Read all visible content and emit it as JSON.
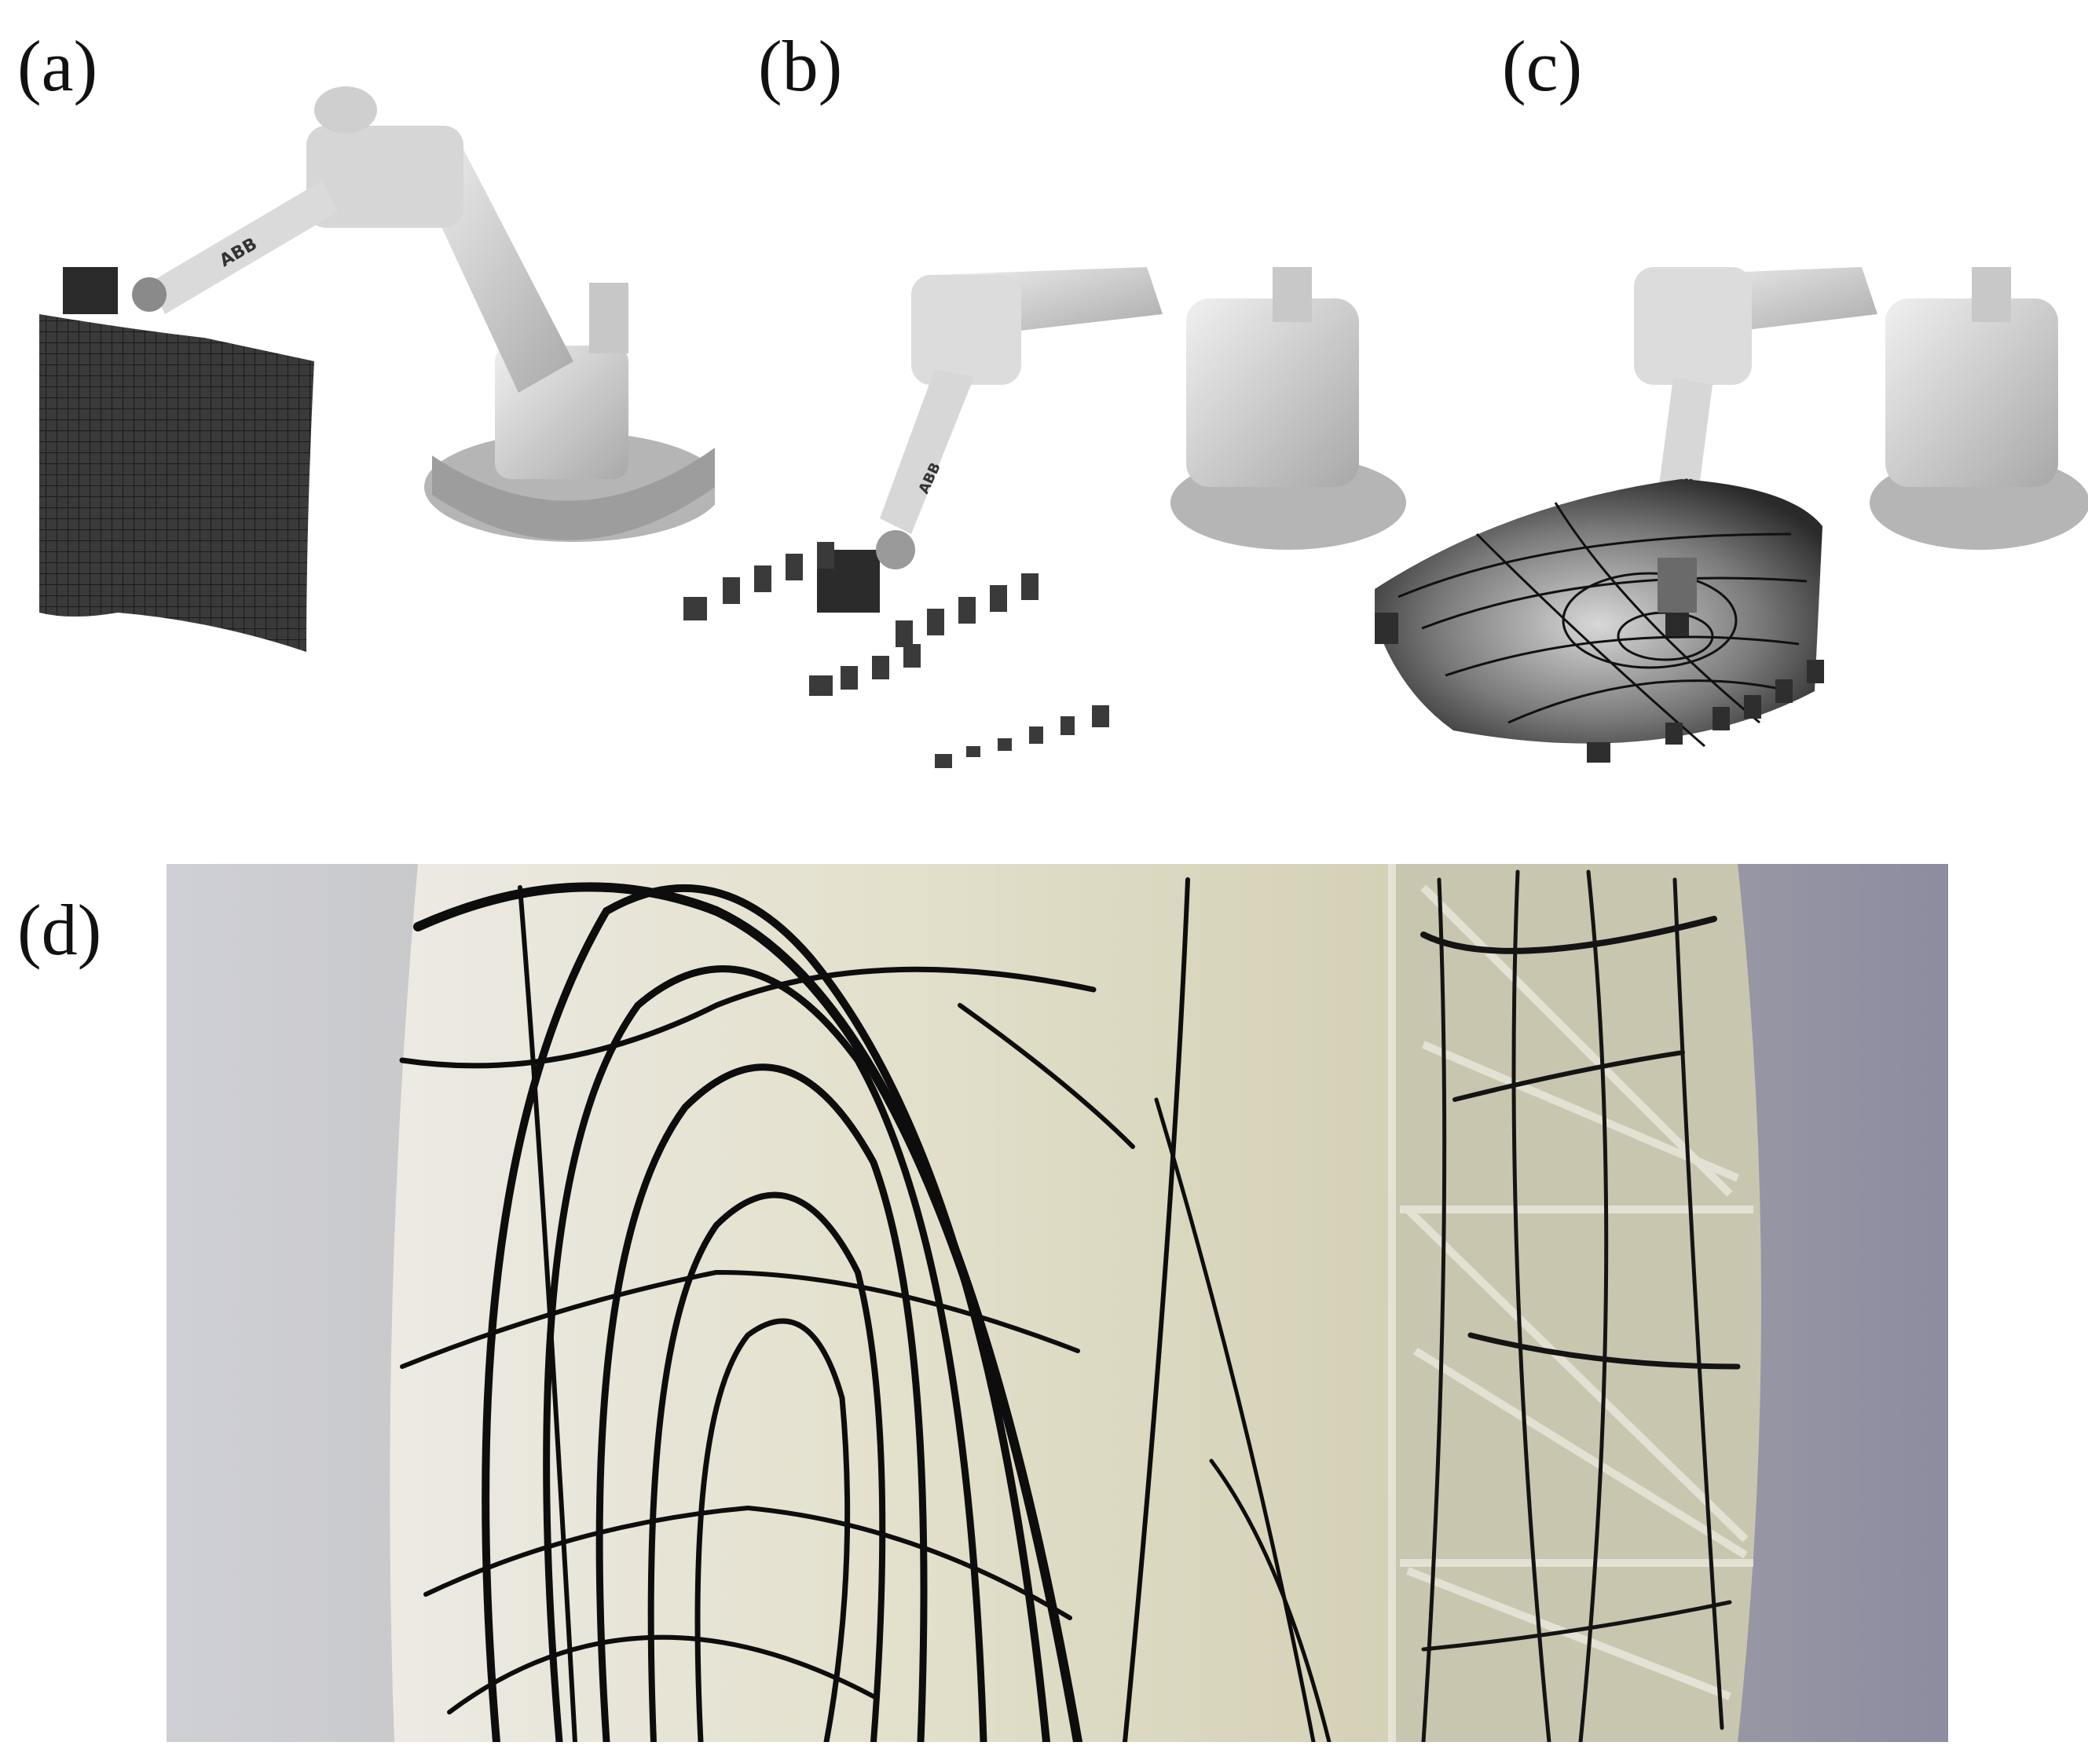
{
  "panels": {
    "a": {
      "label": "(a)"
    },
    "b": {
      "label": "(b)"
    },
    "c": {
      "label": "(c)"
    },
    "d": {
      "label": "(d)"
    }
  },
  "brand": {
    "logo_text": "ABB"
  },
  "colors": {
    "robot_light": "#e6e6e6",
    "robot_mid": "#bdbdbd",
    "robot_dark": "#8e8e8e",
    "fiber": "#111111",
    "photo_bg": "#b7b8c2",
    "panel_surface": "#e6e4d6"
  }
}
